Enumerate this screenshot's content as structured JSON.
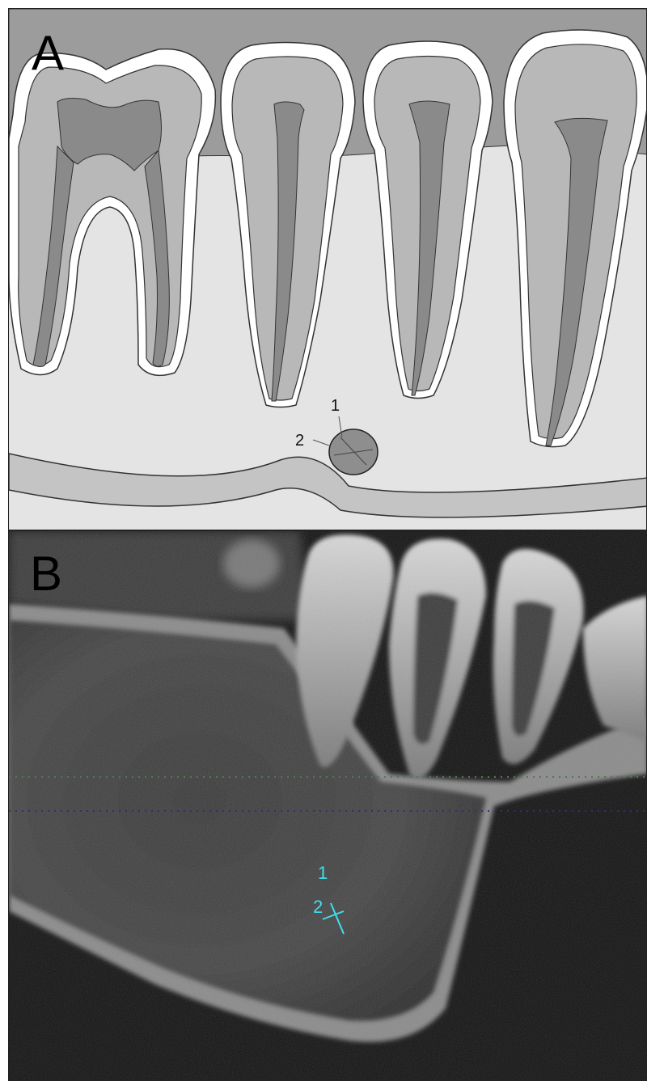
{
  "panel_a": {
    "letter": "A",
    "callout_1": "1",
    "callout_2": "2"
  },
  "panel_b": {
    "letter": "B",
    "callout_1": "1",
    "callout_2": "2"
  },
  "colors": {
    "background": "#e4e4e4",
    "gum": "#9a9a9a",
    "enamel": "#ffffff",
    "dentin": "#b8b8b8",
    "pulp": "#8a8a8a",
    "canal": "#b8b8b8",
    "lesion": "#8e8e8e",
    "ct_marker": "#3fe0ee",
    "guide_green": "#4e7a52",
    "guide_blue": "#31316a"
  }
}
